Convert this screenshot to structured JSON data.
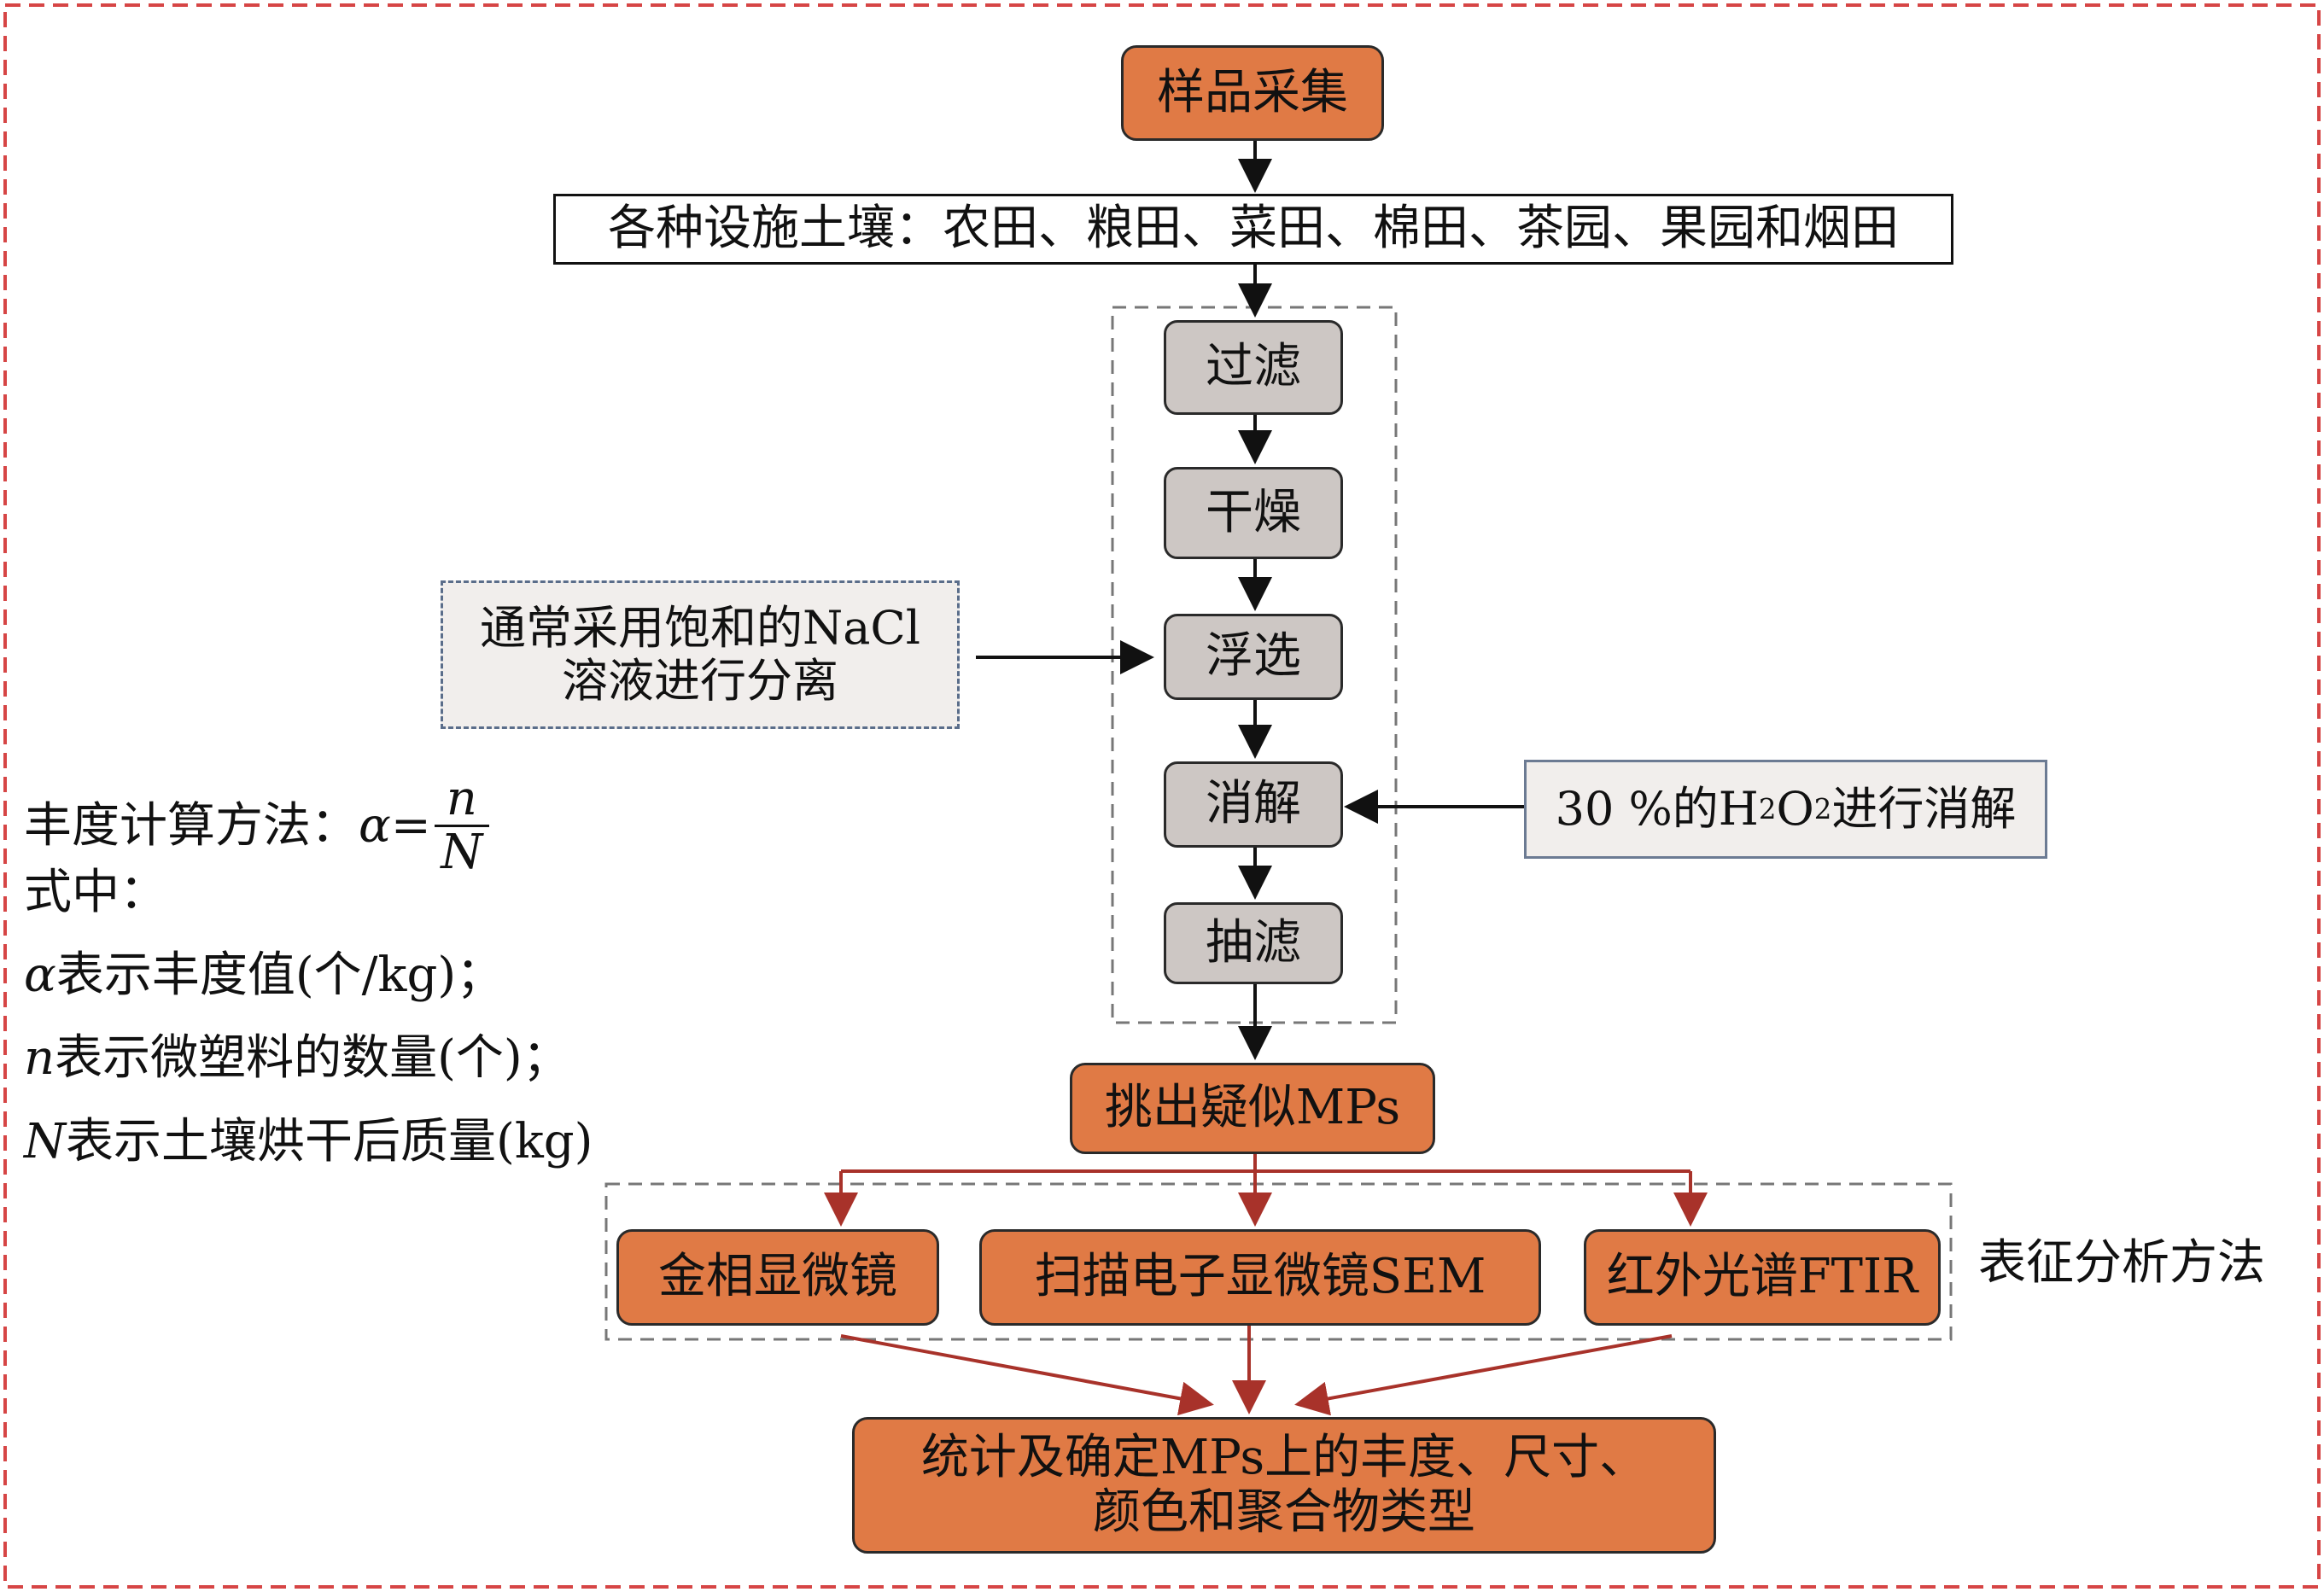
{
  "flow": {
    "sample_collection": "样品采集",
    "soil_types": "各种设施土壤：农田、粮田、菜田、棉田、茶园、果园和烟田",
    "steps": [
      "过滤",
      "干燥",
      "浮选",
      "消解",
      "抽滤"
    ],
    "pick_out": "挑出疑似MPs",
    "methods": [
      "金相显微镜",
      "扫描电子显微镜SEM",
      "红外光谱FTIR"
    ],
    "methods_label": "表征分析方法",
    "result_line1": "统计及确定MPs上的丰度、尺寸、",
    "result_line2": "颜色和聚合物类型"
  },
  "notes": {
    "flotation_line1": "通常采用饱和的NaCl",
    "flotation_line2": "溶液进行分离",
    "digestion_prefix": "30 %的H",
    "digestion_sub1": "2",
    "digestion_mid": "O",
    "digestion_sub2": "2",
    "digestion_suffix": "进行消解"
  },
  "formula": {
    "title": "丰度计算方法：",
    "alpha": "α",
    "equals": "=",
    "numerator": "n",
    "denominator": "N",
    "where": "式中：",
    "def_alpha_sym": "α",
    "def_alpha_text": "表示丰度值(个/kg)；",
    "def_n_sym": "n",
    "def_n_text": "表示微塑料的数量(个)；",
    "def_N_sym": "N",
    "def_N_text": "表示土壤烘干后质量(kg)"
  },
  "colors": {
    "outer_dashed_border": "#d64545",
    "orange_fill": "#e07a45",
    "grey_fill": "#cdc7c4",
    "note_fill": "#f1eeec",
    "red_arrow": "#a8322a",
    "black_arrow": "#111111"
  }
}
